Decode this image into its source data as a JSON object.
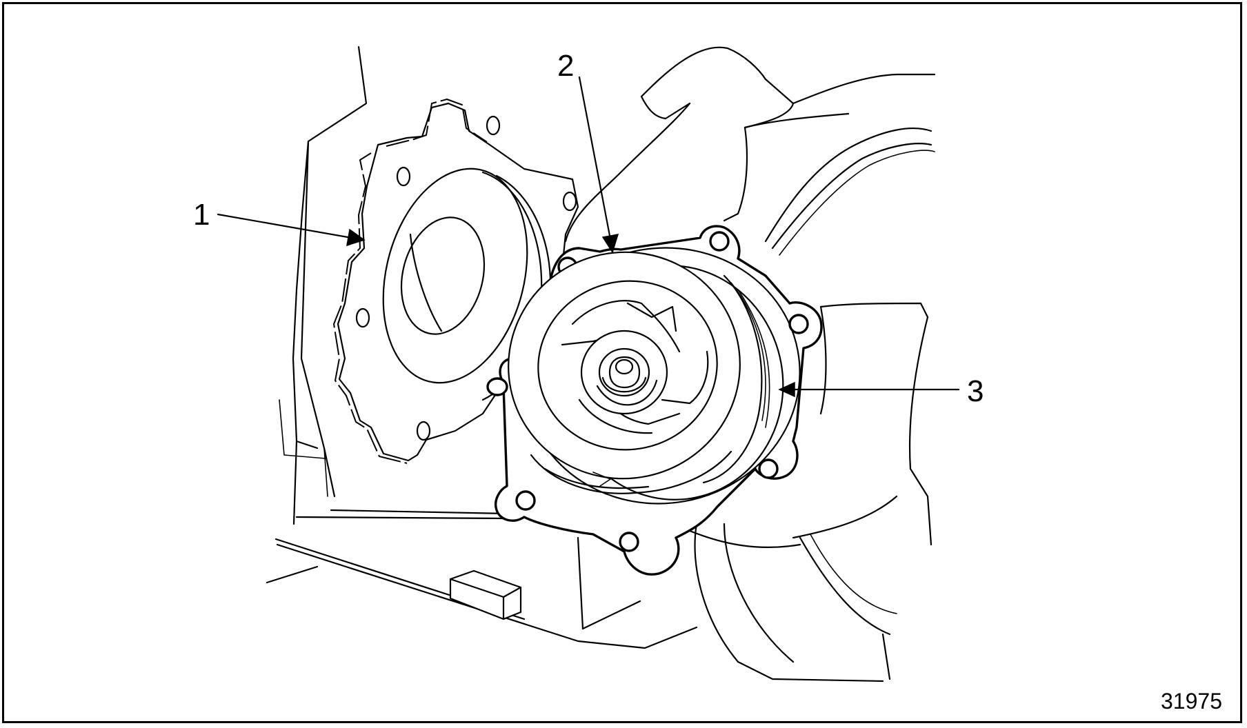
{
  "figure_number": "31975",
  "callouts": [
    {
      "label": "1",
      "target": "gasket"
    },
    {
      "label": "2",
      "target": "water-pump-impeller-housing"
    },
    {
      "label": "3",
      "target": "water-pump"
    }
  ],
  "colors": {
    "ink": "#000000",
    "paper": "#ffffff"
  }
}
